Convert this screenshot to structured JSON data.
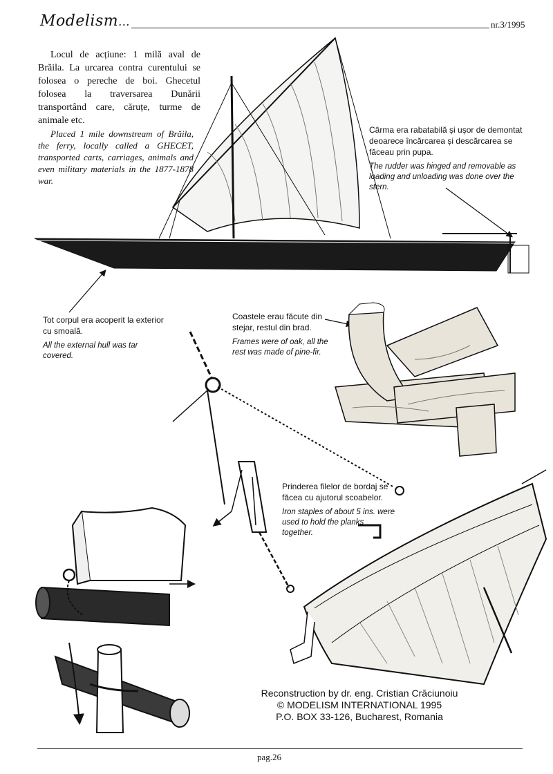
{
  "header": {
    "logo_text": "Modelism",
    "logo_dots": "...",
    "issue": "nr.3/1995"
  },
  "intro": {
    "ro": "Locul de acțiune: 1 milă aval de Brăila. La urcarea contra curentului se folosea o pereche de boi. Ghecetul folosea la traversarea Dunării transportând care, căruțe, turme de animale etc.",
    "en": "Placed 1 mile downstream of Brăila, the ferry, locally called a GHECET, transported carts, carriages, animals and even military materials in the 1877-1878 war."
  },
  "notes": {
    "rudder_ro": "Cârma era rabatabilă și ușor de demontat deoarece încărcarea și descărcarea se făceau prin pupa.",
    "rudder_en": "The rudder was hinged and removable as loading and unloading was done over the stern.",
    "hull_ro": "Tot corpul era acoperit la exterior cu smoală.",
    "hull_en": "All the external hull was tar covered.",
    "frames_ro": "Coastele erau făcute din stejar, restul din brad.",
    "frames_en": "Frames were of oak, all the rest was made of pine-fir.",
    "staples_ro": "Prinderea filelor de bordaj se făcea cu ajutorul scoabelor.",
    "staples_en": "Iron staples of about 5 ins. were used to hold the planks together."
  },
  "credit": {
    "line1": "Reconstruction by dr. eng. Cristian Crăciunoiu",
    "line2": "© MODELISM INTERNATIONAL 1995",
    "line3": "P.O. BOX 33-126, Bucharest, Romania"
  },
  "footer": {
    "page": "pag.26"
  },
  "colors": {
    "ink": "#111111",
    "sail": "#f4f4f2",
    "hull": "#1a1a1a",
    "wood": "#e8e4da"
  }
}
